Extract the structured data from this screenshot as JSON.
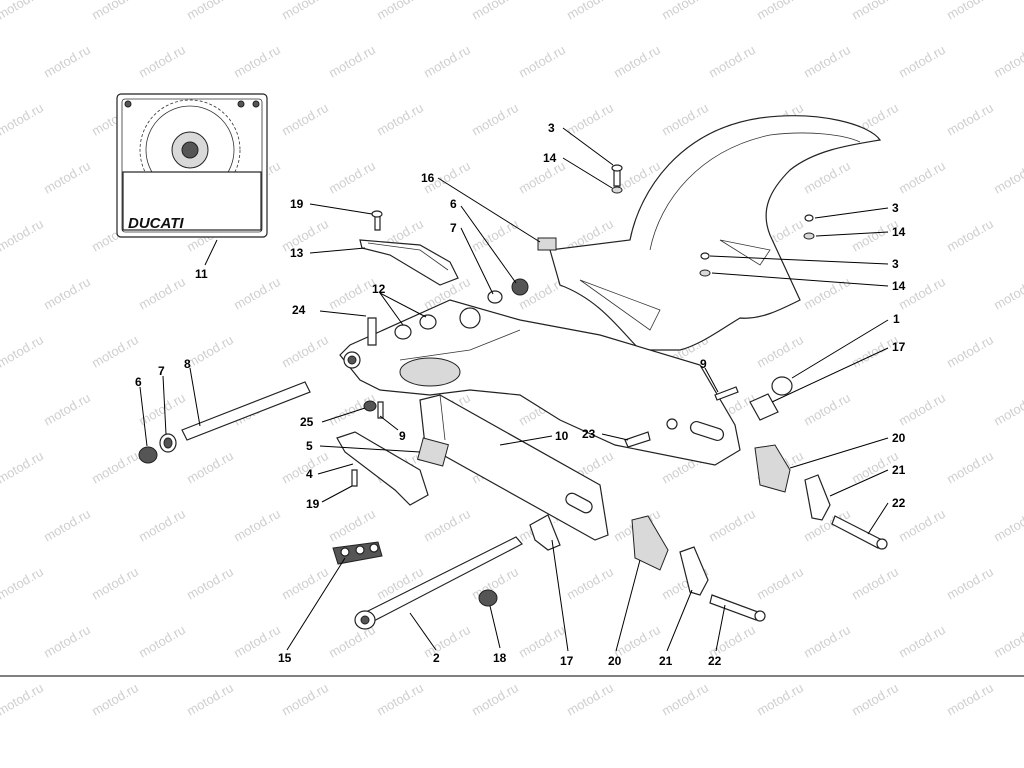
{
  "watermark_text": "motod.ru",
  "inset_logo": "DUCATI",
  "colors": {
    "ink": "#222222",
    "shade": "#d9d9d9",
    "watermark": "#cfcfcf"
  },
  "callouts": [
    {
      "id": "c3a",
      "text": "3"
    },
    {
      "id": "c14a",
      "text": "14"
    },
    {
      "id": "c16",
      "text": "16"
    },
    {
      "id": "c19a",
      "text": "19"
    },
    {
      "id": "c6a",
      "text": "6"
    },
    {
      "id": "c7a",
      "text": "7"
    },
    {
      "id": "c13",
      "text": "13"
    },
    {
      "id": "c3b",
      "text": "3"
    },
    {
      "id": "c14b",
      "text": "14"
    },
    {
      "id": "c3c",
      "text": "3"
    },
    {
      "id": "c14c",
      "text": "14"
    },
    {
      "id": "c11",
      "text": "11"
    },
    {
      "id": "c12",
      "text": "12"
    },
    {
      "id": "c24",
      "text": "24"
    },
    {
      "id": "c1",
      "text": "1"
    },
    {
      "id": "c17a",
      "text": "17"
    },
    {
      "id": "c6b",
      "text": "6"
    },
    {
      "id": "c7b",
      "text": "7"
    },
    {
      "id": "c8",
      "text": "8"
    },
    {
      "id": "c9a",
      "text": "9"
    },
    {
      "id": "c25",
      "text": "25"
    },
    {
      "id": "c9b",
      "text": "9"
    },
    {
      "id": "c10",
      "text": "10"
    },
    {
      "id": "c23",
      "text": "23"
    },
    {
      "id": "c5",
      "text": "5"
    },
    {
      "id": "c20a",
      "text": "20"
    },
    {
      "id": "c4",
      "text": "4"
    },
    {
      "id": "c21a",
      "text": "21"
    },
    {
      "id": "c19b",
      "text": "19"
    },
    {
      "id": "c22a",
      "text": "22"
    },
    {
      "id": "c15",
      "text": "15"
    },
    {
      "id": "c2",
      "text": "2"
    },
    {
      "id": "c18",
      "text": "18"
    },
    {
      "id": "c17b",
      "text": "17"
    },
    {
      "id": "c20b",
      "text": "20"
    },
    {
      "id": "c21b",
      "text": "21"
    },
    {
      "id": "c22b",
      "text": "22"
    }
  ]
}
